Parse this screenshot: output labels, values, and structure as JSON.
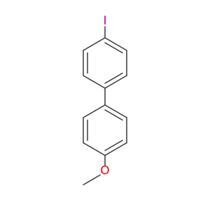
{
  "molecule": {
    "atoms": [
      {
        "id": "iodine",
        "symbol": "I",
        "color": "#b800b8"
      },
      {
        "id": "oxygen",
        "symbol": "O",
        "color": "#ff0000"
      }
    ],
    "bond_color": "#3a3a3a"
  }
}
